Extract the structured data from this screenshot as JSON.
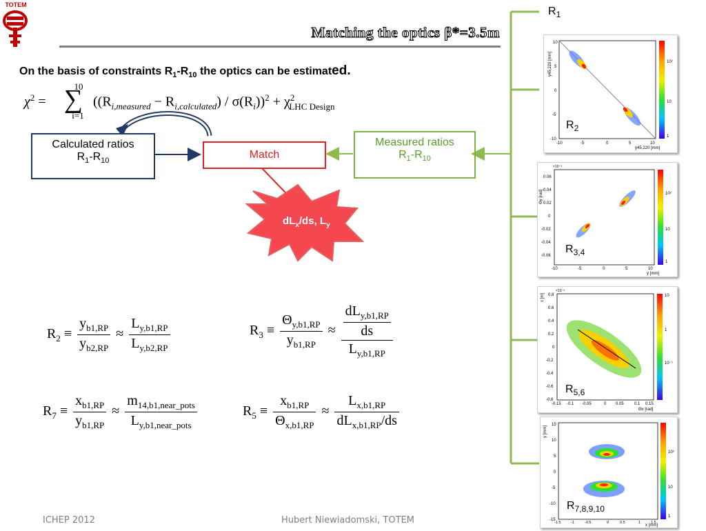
{
  "logo": {
    "text": "TOTEM"
  },
  "slide": {
    "title": "Matching the optics β*=3.5m",
    "intro_prefix": "On the basis of constraints R",
    "intro_sub1": "1",
    "intro_dash": "-R",
    "intro_sub2": "10",
    "intro_suffix": " the optics can be estimat",
    "intro_end": "ed."
  },
  "chi2": {
    "chi": "χ",
    "sup2": "2",
    "eq": " = ",
    "sum": "∑",
    "sum_top": "10",
    "sum_bottom": "i=1",
    "body_a": "((R",
    "sub_meas": "i,measured",
    "minus": " − R",
    "sub_calc": "i,calculated",
    "body_b": ") / σ(R",
    "sub_i": "i",
    "body_c": "))",
    "sup_b": "2",
    "plus": " + χ",
    "sup_c": "2",
    "sub_lhc": "LHC Design"
  },
  "flow": {
    "calc_line1": "Calculated ratios",
    "calc_r": "R",
    "calc_sub1": "1",
    "calc_dash": "-R",
    "calc_sub2": "10",
    "match": "Match",
    "meas_line1": "Measured ratios",
    "meas_r": "R",
    "meas_sub1": "1",
    "meas_dash": "-R",
    "meas_sub2": "10",
    "burst_a": "dL",
    "burst_sub_x": "x",
    "burst_b": "/ds, L",
    "burst_sub_y": "y"
  },
  "equations": {
    "r2": {
      "lhs": "R",
      "lhs_sub": "2",
      "rel": " ≡ ",
      "n1": "y",
      "n1_sub": "b1,RP",
      "d1": "y",
      "d1_sub": "b2,RP",
      "approx": " ≈ ",
      "n2": "L",
      "n2_sub": "y,b1,RP",
      "d2": "L",
      "d2_sub": "y,b2,RP"
    },
    "r3": {
      "lhs": "R",
      "lhs_sub": "3",
      "rel": " ≡ ",
      "n1": "Θ",
      "n1_sub": "y,b1,RP",
      "d1": "y",
      "d1_sub": "b1,RP",
      "approx": " ≈ ",
      "n2a": "dL",
      "n2a_sub": "y,b1,RP",
      "n2b": "ds",
      "d2": "L",
      "d2_sub": "y,b1,RP"
    },
    "r7": {
      "lhs": "R",
      "lhs_sub": "7",
      "rel": " ≡ ",
      "n1": "x",
      "n1_sub": "b1,RP",
      "d1": "y",
      "d1_sub": "b1,RP",
      "approx": " ≈ ",
      "n2": "m",
      "n2_sub": "14,b1,near_pots",
      "d2": "L",
      "d2_sub": "y,b1,near_pots"
    },
    "r5": {
      "lhs": "R",
      "lhs_sub": "5",
      "rel": " ≡ ",
      "n1": "x",
      "n1_sub": "b1,RP",
      "d1": "Θ",
      "d1_sub": "x,b1,RP",
      "approx": " ≈ ",
      "n2": "L",
      "n2_sub": "x,b1,RP",
      "d2": "dL",
      "d2_sub": "x,b1,RP",
      "d2_tail": "/ds"
    }
  },
  "plots": {
    "r1_label": "R",
    "r1_sub": "1",
    "p1": {
      "label": "R",
      "sub": "2",
      "ylabel": "y45,220 [mm]",
      "xlabel": "y45,220 [mm]",
      "xticks": [
        "-10",
        "-5",
        "0",
        "5",
        "10"
      ],
      "yticks": [
        "10",
        "5",
        "0",
        "-5",
        "-10"
      ],
      "zticks": [
        "10²",
        "10",
        "1"
      ]
    },
    "p2": {
      "label": "R",
      "sub": "3,4",
      "ylabel": "Θy [rad]",
      "xlabel": "y [mm]",
      "exp": "×10⁻³",
      "xticks": [
        "-10",
        "-5",
        "0",
        "5",
        "10"
      ],
      "yticks": [
        "0.06",
        "0.04",
        "0.02",
        "0",
        "-0.02",
        "-0.04",
        "-0.06"
      ],
      "zticks": [
        "10²",
        "10",
        "1"
      ]
    },
    "p3": {
      "label": "R",
      "sub": "5,6",
      "ylabel": "x [m]",
      "xlabel": "Θx [rad]",
      "exp": "×10⁻³",
      "xticks": [
        "-0.15",
        "-0.1",
        "-0.05",
        "0",
        "0.05",
        "0.1",
        "0.15"
      ],
      "yticks": [
        "0.8",
        "0.6",
        "0.4",
        "0.2",
        "0",
        "-0.2",
        "-0.4",
        "-0.6",
        "-0.8"
      ],
      "zticks": [
        "10",
        "1",
        "10⁻¹"
      ]
    },
    "p4": {
      "label": "R",
      "sub": "7,8,9,10",
      "ylabel": "y [mm]",
      "xlabel": "x [mm]",
      "xticks": [
        "-1.5",
        "-1",
        "-0.5",
        "0",
        "0.5",
        "1",
        "1.5"
      ],
      "yticks": [
        "15",
        "10",
        "5",
        "0",
        "-5",
        "-10",
        "-15"
      ],
      "zticks": [
        "10²",
        "10",
        "1"
      ]
    }
  },
  "footer": {
    "left": "ICHEP 2012",
    "center": "Hubert Niewiadomski, TOTEM"
  }
}
